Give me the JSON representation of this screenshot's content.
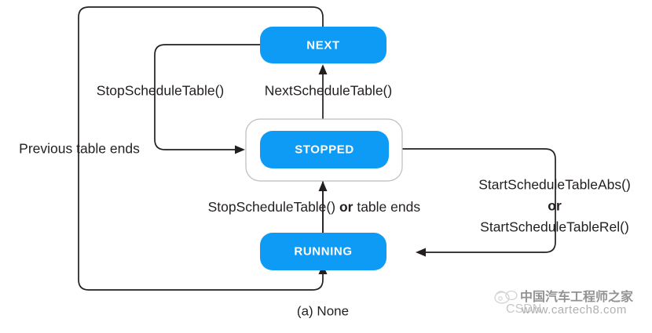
{
  "diagram": {
    "type": "state-machine",
    "caption": "(a)  None",
    "states": [
      {
        "id": "next",
        "label": "NEXT",
        "nested": false
      },
      {
        "id": "stopped",
        "label": "STOPPED",
        "nested": true
      },
      {
        "id": "running",
        "label": "RUNNING",
        "nested": false
      }
    ],
    "transitions": [
      {
        "id": "next-to-stopped",
        "from": "NEXT",
        "to": "STOPPED",
        "label": "StopScheduleTable()"
      },
      {
        "id": "running-to-next",
        "from": "RUNNING",
        "to": "NEXT",
        "label": "NextScheduleTable()"
      },
      {
        "id": "running-to-stopped",
        "from": "RUNNING",
        "to": "STOPPED",
        "label_part1": "StopScheduleTable()",
        "label_or": "or",
        "label_part2": "table ends"
      },
      {
        "id": "stopped-to-running",
        "from": "STOPPED",
        "to": "RUNNING",
        "label_part1": "StartScheduleTableAbs()",
        "label_or": "or",
        "label_part2": "StartScheduleTableRel()"
      },
      {
        "id": "previous-to-running",
        "from": "NEXT",
        "to": "RUNNING",
        "label": "Previous table ends"
      }
    ],
    "colors": {
      "state_fill": "#0d9bf5",
      "state_text": "#ffffff",
      "edge_stroke": "#231f20",
      "outer_border": "#bcbcbc",
      "background": "#ffffff"
    }
  },
  "watermark": {
    "chinese": "中国汽车工程师之家",
    "url": "www.cartech8.com",
    "csdn": "CSDN"
  }
}
